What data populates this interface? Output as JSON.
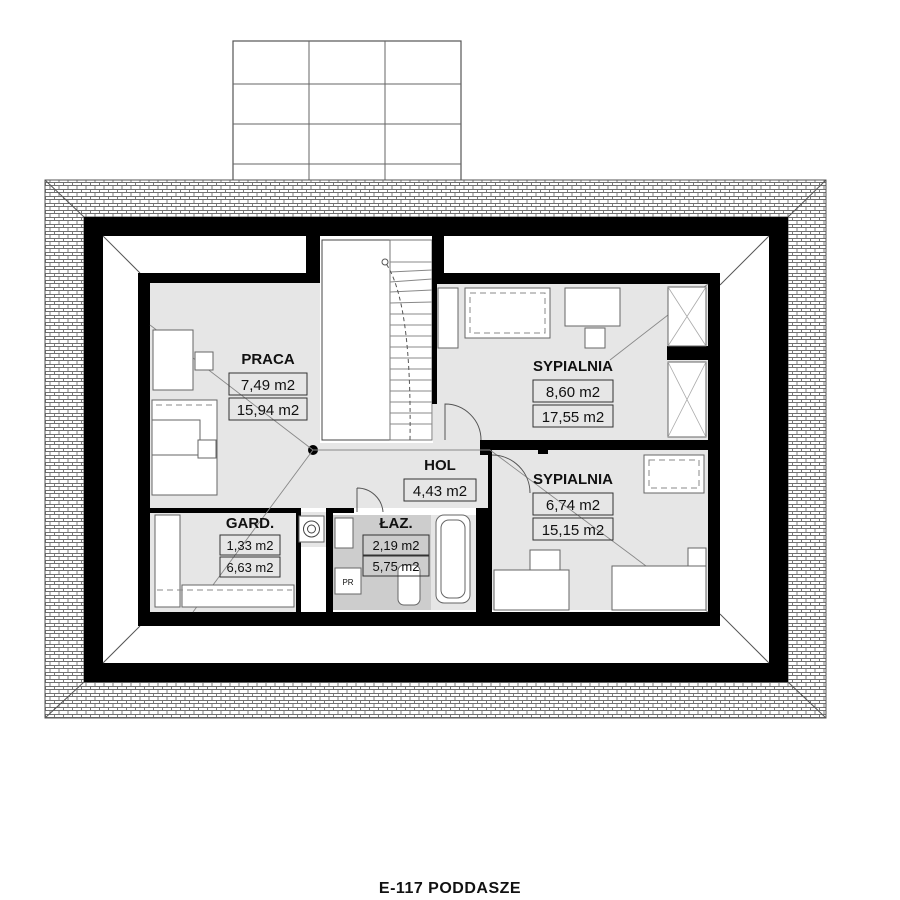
{
  "plan_title": "E-117 PODDASZE",
  "rooms": [
    {
      "id": "praca",
      "name": "PRACA",
      "areas": [
        "7,49 m2",
        "15,94 m2"
      ]
    },
    {
      "id": "sypialnia-1",
      "name": "SYPIALNIA",
      "areas": [
        "8,60 m2",
        "17,55 m2"
      ]
    },
    {
      "id": "hol",
      "name": "HOL",
      "areas": [
        "4,43 m2"
      ]
    },
    {
      "id": "sypialnia-2",
      "name": "SYPIALNIA",
      "areas": [
        "6,74 m2",
        "15,15 m2"
      ]
    },
    {
      "id": "gard",
      "name": "GARD.",
      "areas": [
        "1,33 m2",
        "6,63 m2"
      ]
    },
    {
      "id": "laz",
      "name": "ŁAZ.",
      "areas": [
        "2,19 m2",
        "5,75 m2"
      ]
    }
  ],
  "fixtures": {
    "washer_label": "PR"
  },
  "colors": {
    "wall": "#000000",
    "floor": "#e6e6e6",
    "bathroom_floor": "#cdcdcd",
    "roof_tile": "#777777"
  }
}
